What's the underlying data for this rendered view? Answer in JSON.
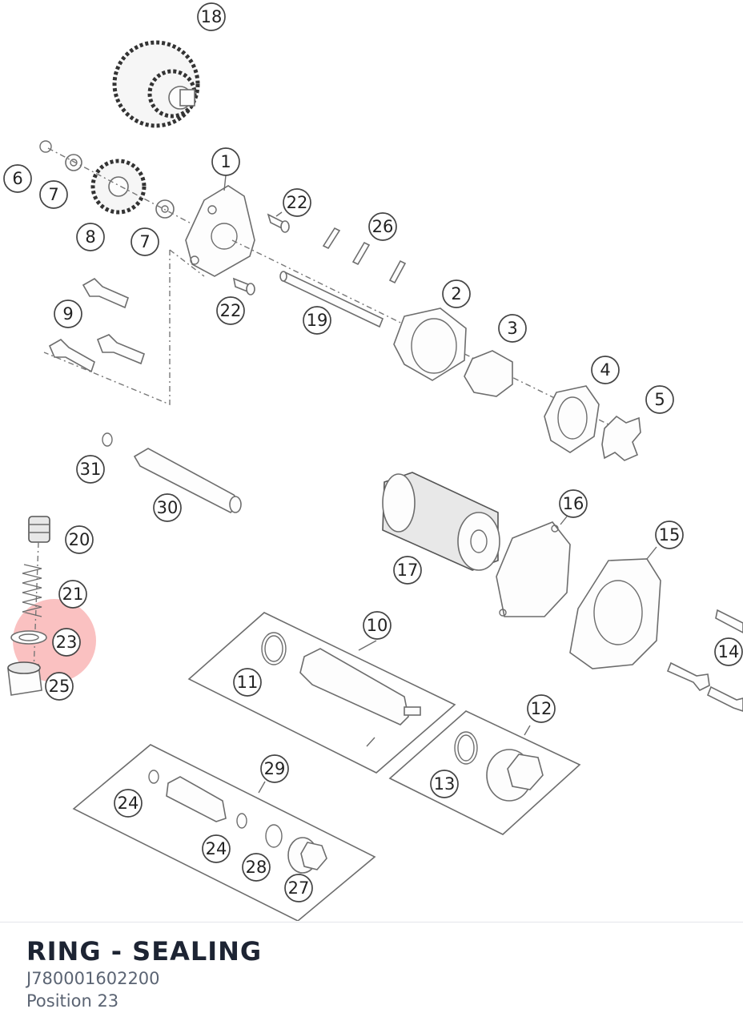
{
  "callouts": [
    {
      "label": "18"
    },
    {
      "label": "1"
    },
    {
      "label": "6"
    },
    {
      "label": "7"
    },
    {
      "label": "22"
    },
    {
      "label": "26"
    },
    {
      "label": "8"
    },
    {
      "label": "7"
    },
    {
      "label": "9"
    },
    {
      "label": "22"
    },
    {
      "label": "19"
    },
    {
      "label": "2"
    },
    {
      "label": "3"
    },
    {
      "label": "4"
    },
    {
      "label": "5"
    },
    {
      "label": "31"
    },
    {
      "label": "30"
    },
    {
      "label": "20"
    },
    {
      "label": "21"
    },
    {
      "label": "23"
    },
    {
      "label": "25"
    },
    {
      "label": "16"
    },
    {
      "label": "15"
    },
    {
      "label": "17"
    },
    {
      "label": "10"
    },
    {
      "label": "11"
    },
    {
      "label": "14"
    },
    {
      "label": "12"
    },
    {
      "label": "13"
    },
    {
      "label": "29"
    },
    {
      "label": "24"
    },
    {
      "label": "24"
    },
    {
      "label": "28"
    },
    {
      "label": "27"
    }
  ],
  "selected_position": "23",
  "highlight_color": "#f26b6b",
  "part": {
    "name": "RING - SEALING",
    "number": "J780001602200",
    "position": "Position 23"
  }
}
